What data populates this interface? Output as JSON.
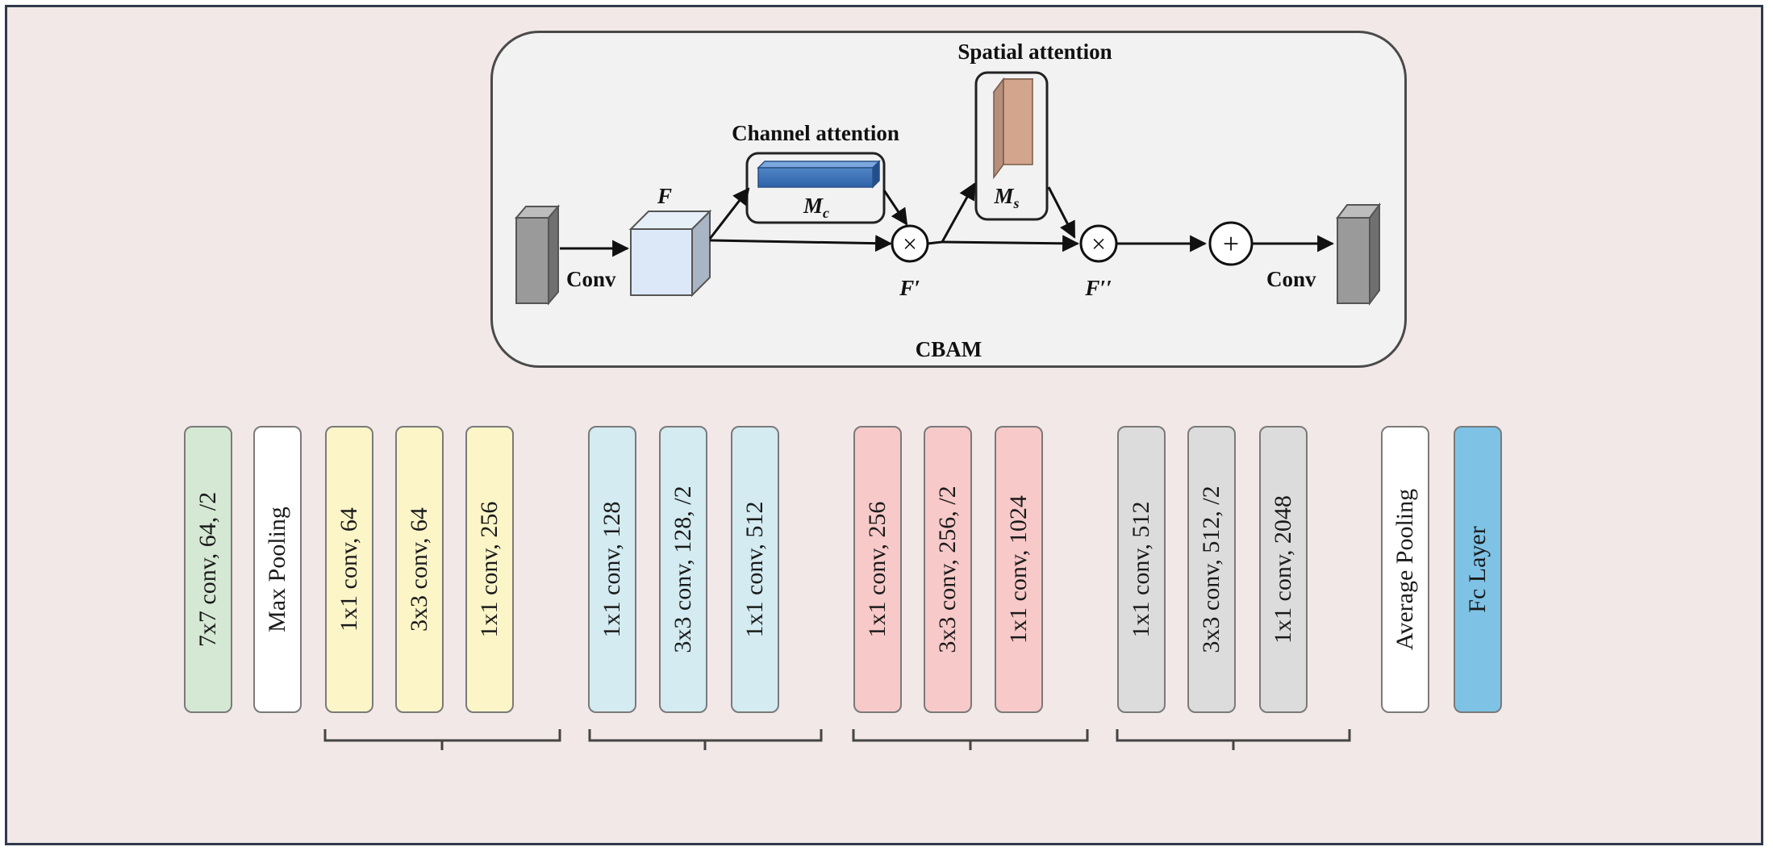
{
  "cbam": {
    "title": "CBAM",
    "channel_attention_label": "Channel attention",
    "spatial_attention_label": "Spatial attention",
    "input_conv_label": "Conv",
    "output_conv_label": "Conv",
    "feature_label": "F",
    "mc_label_main": "M",
    "mc_label_sub": "c",
    "ms_label_main": "M",
    "ms_label_sub": "s",
    "f_prime_label": "F′",
    "f_double_prime_label": "F′′",
    "multiply_symbol": "×",
    "add_symbol": "+"
  },
  "network": {
    "blocks": [
      {
        "text": "7x7 conv, 64, /2",
        "color": "#d5e8d4"
      },
      {
        "text": "Max Pooling",
        "color": "#ffffff"
      },
      {
        "text": "1x1 conv, 64",
        "color": "#fbf5c8"
      },
      {
        "text": "3x3 conv, 64",
        "color": "#fbf5c8"
      },
      {
        "text": "1x1 conv, 256",
        "color": "#fbf5c8"
      },
      {
        "text": "1x1 conv, 128",
        "color": "#d3ebf1"
      },
      {
        "text": "3x3 conv, 128, /2",
        "color": "#d3ebf1"
      },
      {
        "text": "1x1 conv, 512",
        "color": "#d3ebf1"
      },
      {
        "text": "1x1 conv, 256",
        "color": "#f8c9c9"
      },
      {
        "text": "3x3 conv, 256, /2",
        "color": "#f8c9c9"
      },
      {
        "text": "1x1 conv, 1024",
        "color": "#f8c9c9"
      },
      {
        "text": "1x1 conv, 512",
        "color": "#dcdcdc"
      },
      {
        "text": "3x3 conv, 512, /2",
        "color": "#dcdcdc"
      },
      {
        "text": "1x1 conv, 2048",
        "color": "#dcdcdc"
      },
      {
        "text": "Average Pooling",
        "color": "#ffffff"
      },
      {
        "text": "Fc Layer",
        "color": "#7ec3e6"
      }
    ]
  }
}
